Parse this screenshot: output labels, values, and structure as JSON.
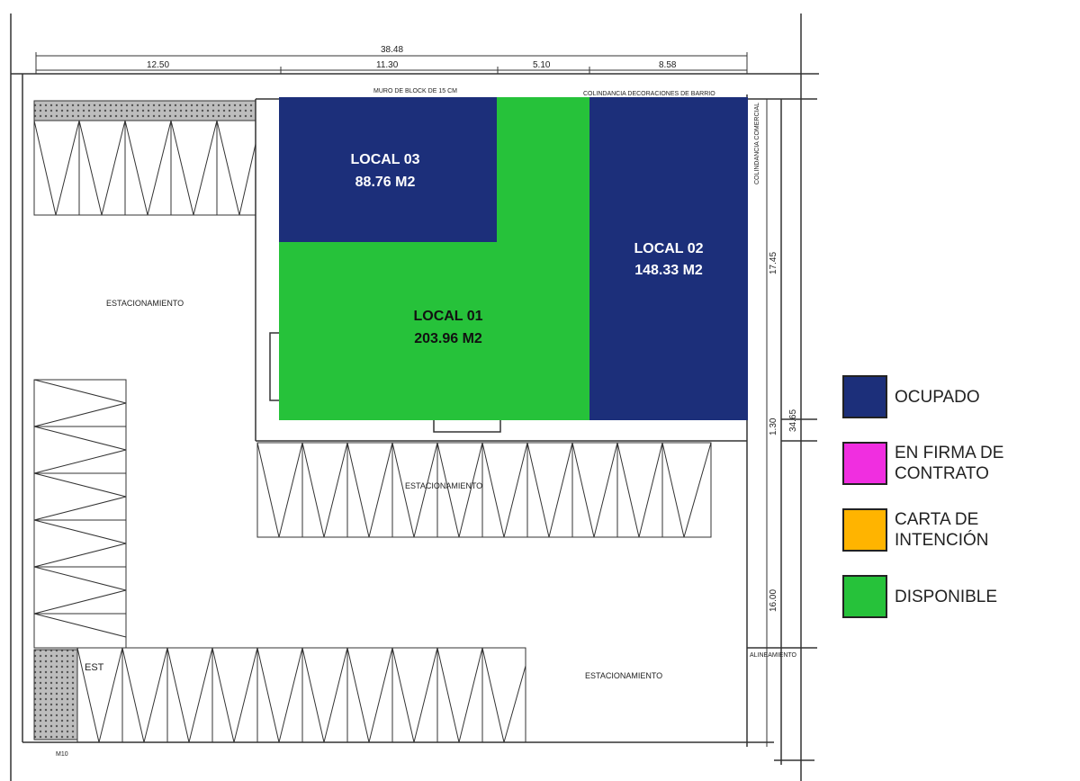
{
  "dimensions": {
    "overall": "38.48",
    "segments": [
      "12.50",
      "11.30",
      "5.10",
      "8.58"
    ],
    "right_a": "17.45",
    "right_b": "34.65",
    "right_c": "16.00",
    "right_d": "1.30"
  },
  "plan_notes": {
    "wall_note": "MURO DE BLOCK DE 15 CM",
    "neighbor_note": "COLINDANCIA DECORACIONES DE BARRIO",
    "right_note": "COLINDANCIA COMERCIAL",
    "alignment_note": "ALINEAMIENTO",
    "parking_labels": [
      "ESTACIONAMIENTO",
      "ESTACIONAMIENTO",
      "ESTACIONAMIENTO"
    ],
    "stall_tag": "EST",
    "bottom_tag": "M10"
  },
  "units": [
    {
      "name": "LOCAL 03",
      "area": "88.76 M2",
      "status": "OCUPADO"
    },
    {
      "name": "LOCAL 01",
      "area": "203.96 M2",
      "status": "DISPONIBLE"
    },
    {
      "name": "LOCAL 02",
      "area": "148.33 M2",
      "status": "OCUPADO"
    }
  ],
  "legend": [
    {
      "label": "OCUPADO",
      "color": "#1c2f7a"
    },
    {
      "label": "EN FIRMA DE\nCONTRATO",
      "color": "#f02ee0"
    },
    {
      "label": "CARTA DE\nINTENCIÓN",
      "color": "#ffb400"
    },
    {
      "label": "DISPONIBLE",
      "color": "#26c23a"
    }
  ]
}
